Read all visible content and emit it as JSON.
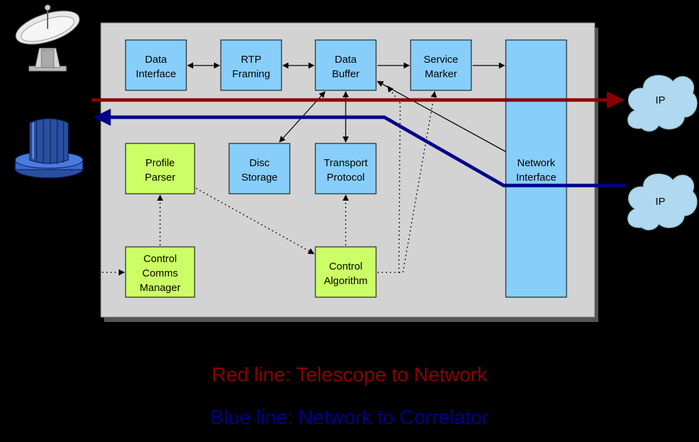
{
  "colors": {
    "panel": "#d3d3d3",
    "blue_box": "#87cefa",
    "green_box": "#ccff66",
    "red_line": "#8b0000",
    "blue_line": "#00008b",
    "cloud": "#b0d8f0"
  },
  "icons": {
    "telescope": "satellite-dish-icon",
    "correlator": "correlator-icon",
    "cloud": "cloud-icon"
  },
  "boxes": {
    "data_interface": [
      "Data",
      "Interface"
    ],
    "rtp_framing": [
      "RTP",
      "Framing"
    ],
    "data_buffer": [
      "Data",
      "Buffer"
    ],
    "service_marker": [
      "Service",
      "Marker"
    ],
    "network_interface": [
      "Network",
      "Interface"
    ],
    "disc_storage": [
      "Disc",
      "Storage"
    ],
    "transport_protocol": [
      "Transport",
      "Protocol"
    ],
    "profile_parser": [
      "Profile",
      "Parser"
    ],
    "control_comms_manager": [
      "Control",
      "Comms",
      "Manager"
    ],
    "control_algorithm": [
      "Control",
      "Algorithm"
    ]
  },
  "clouds": {
    "top": "IP",
    "bottom": "IP"
  },
  "legend": {
    "red": "Red line: Telescope to Network",
    "blue": "Blue line: Network to Correlator"
  }
}
